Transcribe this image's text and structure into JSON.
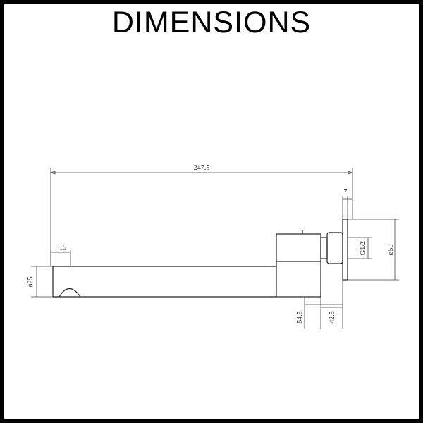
{
  "title": "DIMENSIONS",
  "colors": {
    "line": "#222222",
    "border": "#000000",
    "background": "#ffffff"
  },
  "dimensions": {
    "overall_length": "247.5",
    "wall_plate_thickness": "7",
    "outlet_offset": "15",
    "spout_diameter": "ø25",
    "thread": "G1/2",
    "flange_diameter": "ø50",
    "body_depth": "54.5",
    "body_projection": "42.5"
  }
}
